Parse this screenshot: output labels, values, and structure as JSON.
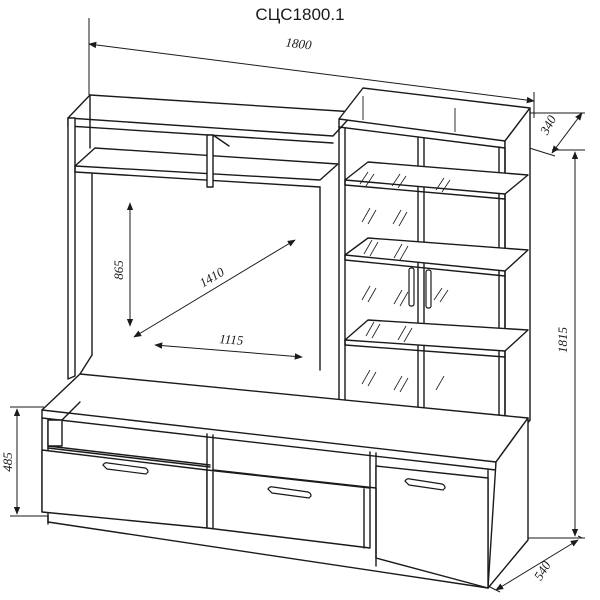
{
  "title": "СЦС1800.1",
  "dimensions": {
    "overall_width": "1800",
    "depth_top": "340",
    "overall_height": "1815",
    "depth_bottom": "540",
    "base_height": "485",
    "tv_height": "865",
    "tv_diagonal": "1410",
    "tv_width": "1115"
  }
}
